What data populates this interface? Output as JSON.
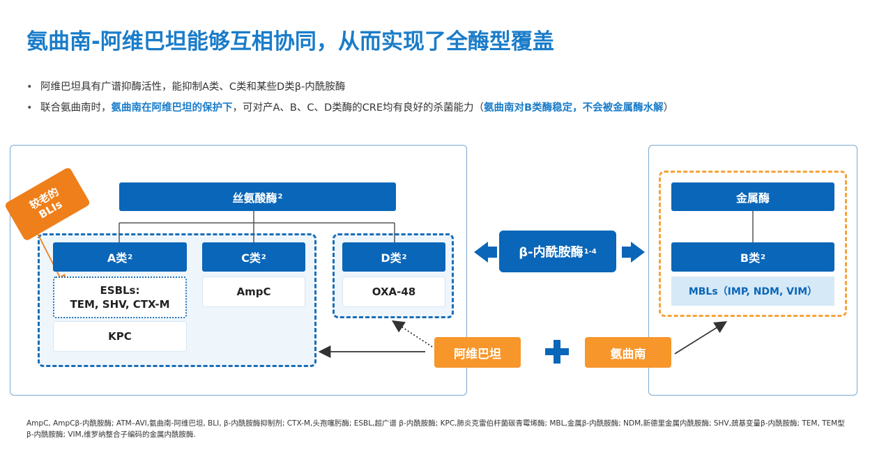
{
  "title": "氨曲南-阿维巴坦能够互相协同，从而实现了全酶型覆盖",
  "bullets": {
    "b1": "阿维巴坦具有广谱抑酶活性，能抑制A类、C类和某些D类β-内酰胺酶",
    "b2_a": "联合氨曲南时，",
    "b2_b": "氨曲南在阿维巴坦的保护下",
    "b2_c": "，可对产A、B、C、D类酶的CRE均有良好的杀菌能力（",
    "b2_d": "氨曲南对B类酶稳定，不会被金属酶水解",
    "b2_e": "）"
  },
  "badge": {
    "line1": "较老的",
    "line2": "BLIs"
  },
  "left": {
    "serine": {
      "label": "丝氨酸酶",
      "sup": "2"
    },
    "classA": {
      "label": "A类",
      "sup": "2"
    },
    "classC": {
      "label": "C类",
      "sup": "2"
    },
    "classD": {
      "label": "D类",
      "sup": "2"
    },
    "esbl_line1": "ESBLs:",
    "esbl_line2": "TEM, SHV, CTX-M",
    "kpc": "KPC",
    "ampc": "AmpC",
    "oxa": "OXA-48"
  },
  "center": {
    "label": "β-内酰胺酶",
    "sup": "1-4"
  },
  "right": {
    "metallo": "金属酶",
    "classB": {
      "label": "B类",
      "sup": "2"
    },
    "mbl": "MBLs（IMP, NDM, VIM）"
  },
  "avibactam": "阿维巴坦",
  "aztreonam": "氨曲南",
  "footnote": "AmpC, AmpCβ-内酰胺酶; ATM–AVI,氨曲南-阿维巴坦, BLI, β-内酰胺酶抑制剂; CTX-M,头孢噻肟酶; ESBL,超广谱 β-内酰胺酶; KPC,肺炎克雷伯杆菌碳青霉烯酶; MBL,金属β-内酰胺酶; NDM,新德里金属内酰胺酶; SHV,巯基变量β-内酰胺酶; TEM, TEM型β-内酰胺酶; VIM,维罗纳整合子编码的金属内酰胺酶.",
  "colors": {
    "primary": "#0a66b8",
    "title": "#1a7cc9",
    "orange": "#f7962a",
    "badge": "#ee7f1a"
  }
}
